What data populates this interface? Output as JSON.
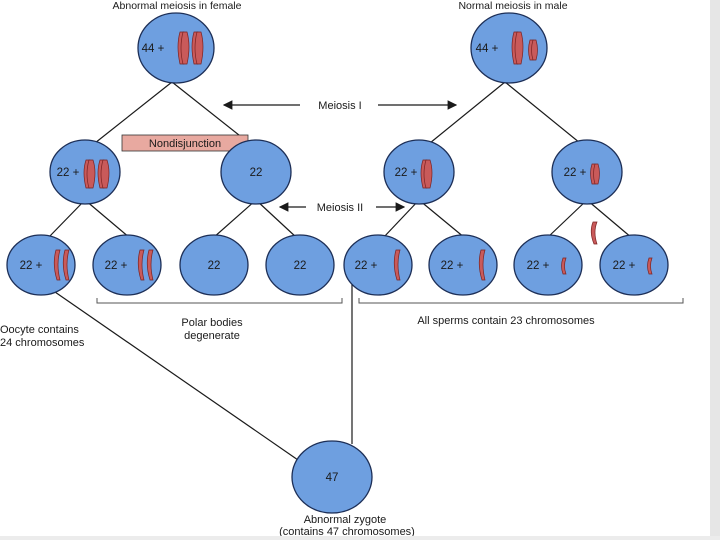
{
  "titles": {
    "female": "Abnormal meiosis in female",
    "male": "Normal meiosis in male"
  },
  "phases": {
    "meiosis1": "Meiosis I",
    "meiosis2": "Meiosis II"
  },
  "nondisjunction": "Nondisjunction",
  "cells": {
    "female_parent": "44 +",
    "male_parent": "44 +",
    "female_m1_left": "22 +",
    "female_m1_right": "22",
    "male_m1_left": "22 +",
    "male_m1_right": "22 +",
    "egg1": "22 +",
    "egg2": "22 +",
    "egg3": "22",
    "egg4": "22",
    "sperm1": "22 +",
    "sperm2": "22 +",
    "sperm3": "22 +",
    "sperm4": "22 +",
    "zygote": "47"
  },
  "notes": {
    "oocyte_line1": "Oocyte contains",
    "oocyte_line2": "24 chromosomes",
    "polar_line1": "Polar bodies",
    "polar_line2": "degenerate",
    "sperms": "All sperms contain 23 chromosomes",
    "zygote_line1": "Abnormal zygote",
    "zygote_line2": "(contains 47 chromosomes)"
  },
  "colors": {
    "cell_fill": "#6e9fe0",
    "chromosome": "#c95a5a",
    "nondisjunction_box": "#e8a9a0"
  }
}
